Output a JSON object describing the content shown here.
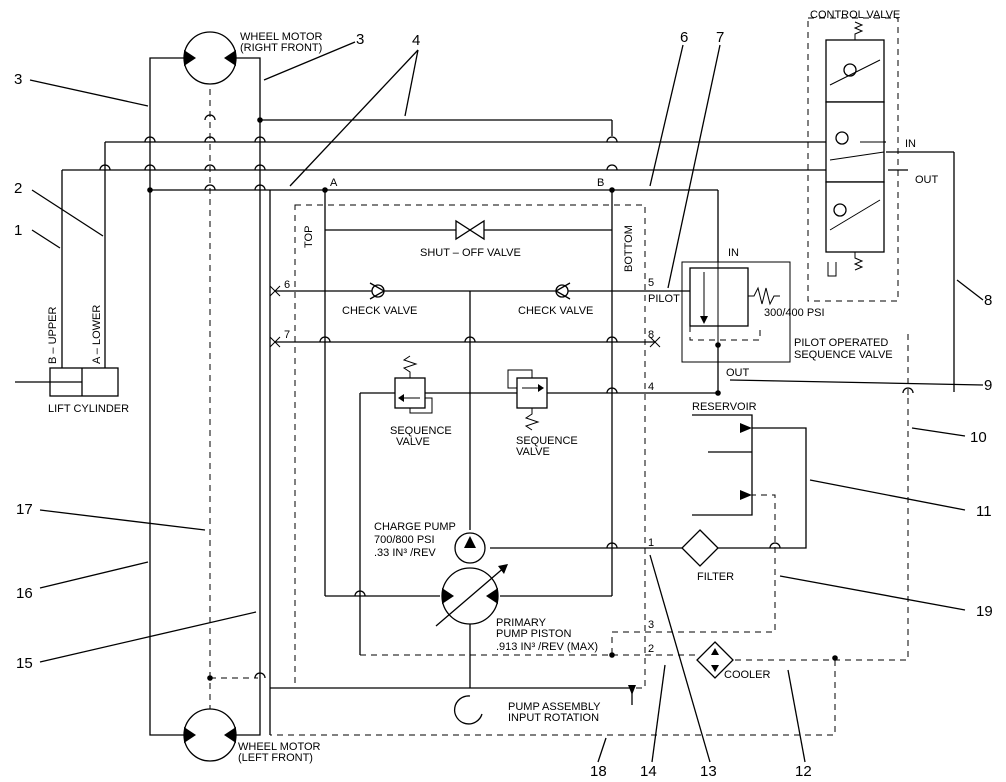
{
  "labels": {
    "control_valve": "CONTROL VALVE",
    "wheel_motor_rf_1": "WHEEL MOTOR",
    "wheel_motor_rf_2": "(RIGHT FRONT)",
    "wheel_motor_lf_1": "WHEEL MOTOR",
    "wheel_motor_lf_2": "(LEFT FRONT)",
    "in_cv": "IN",
    "out_cv": "OUT",
    "shutoff_valve": "SHUT – OFF VALVE",
    "top": "TOP",
    "bottom": "BOTTOM",
    "check_valve_left": "CHECK VALVE",
    "check_valve_right": "CHECK VALVE",
    "in_seq": "IN",
    "pilot": "PILOT",
    "psi_300_400": "300/400 PSI",
    "pilot_operated_1": "PILOT OPERATED",
    "pilot_operated_2": "SEQUENCE VALVE",
    "out_seq": "OUT",
    "reservoir": "RESERVOIR",
    "b_upper": "B – UPPER",
    "a_lower": "A – LOWER",
    "lift_cylinder": "LIFT   CYLINDER",
    "sequence_valve_l1": "SEQUENCE",
    "sequence_valve_l2": "VALVE",
    "sequence_valve_r1": "SEQUENCE",
    "sequence_valve_r2": "VALVE",
    "charge_pump_1": "CHARGE PUMP",
    "charge_pump_2": "700/800 PSI",
    "charge_pump_3": ".33 IN³ /REV",
    "filter": "FILTER",
    "primary_1": "PRIMARY",
    "primary_2": "PUMP PISTON",
    "primary_3": ".913 IN³ /REV (MAX)",
    "cooler": "COOLER",
    "pump_assembly_1": "PUMP ASSEMBLY",
    "pump_assembly_2": "INPUT ROTATION",
    "point_a": "A",
    "point_b": "B"
  },
  "ports": {
    "p6": "6",
    "p7": "7",
    "p5": "5",
    "p8": "8",
    "p4": "4",
    "p1": "1",
    "p3": "3",
    "p2": "2"
  },
  "callouts": {
    "c1": "1",
    "c2": "2",
    "c3_left": "3",
    "c3_top": "3",
    "c4": "4",
    "c6": "6",
    "c7": "7",
    "c8": "8",
    "c9": "9",
    "c10": "10",
    "c11": "11",
    "c12": "12",
    "c13": "13",
    "c14": "14",
    "c15": "15",
    "c16": "16",
    "c17": "17",
    "c18": "18",
    "c19": "19"
  },
  "colors": {
    "line": "#000000",
    "background": "#ffffff"
  }
}
